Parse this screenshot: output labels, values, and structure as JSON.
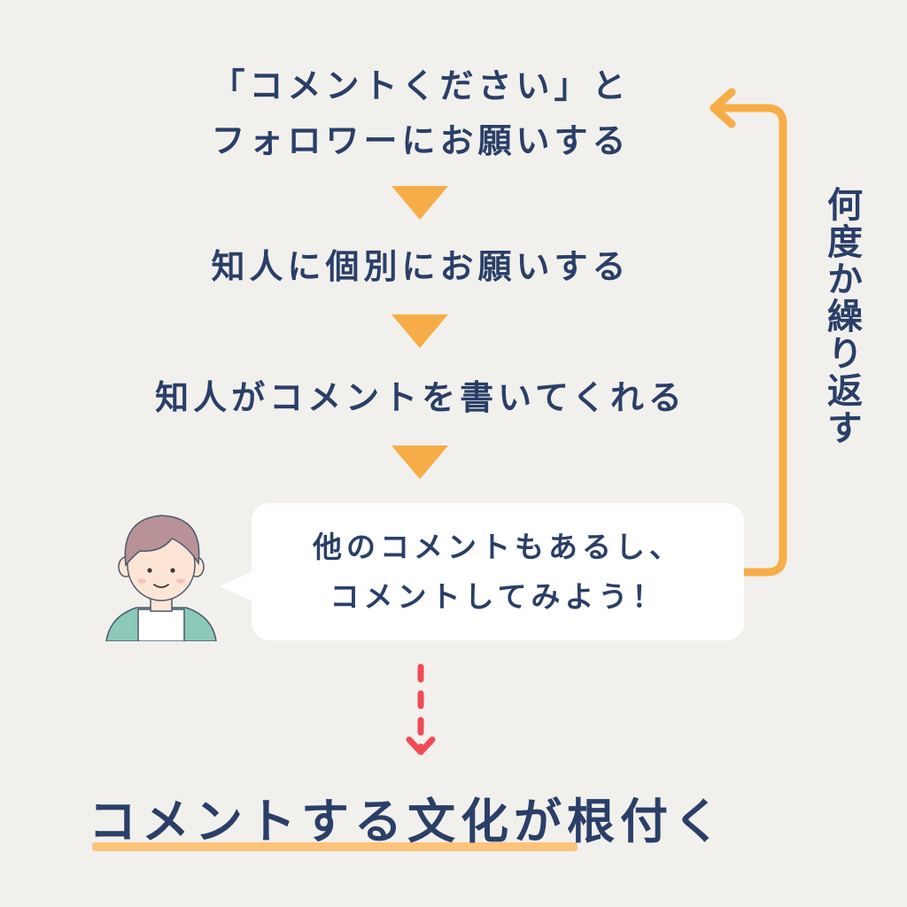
{
  "steps": {
    "step1": {
      "line1": "「コメントください」と",
      "line2": "フォロワーにお願いする"
    },
    "step2": "知人に個別にお願いする",
    "step3": "知人がコメントを書いてくれる"
  },
  "loop_label": "何度か繰り返す",
  "speech_bubble": {
    "line1": "他のコメントもあるし、",
    "line2": "コメントしてみよう！"
  },
  "conclusion": "コメントする文化が根付く",
  "colors": {
    "background": "#f2f0ed",
    "text": "#2a3f68",
    "accent_orange": "#f7ad47",
    "arrow_red": "#ef4b55",
    "underline": "#fcc47a",
    "bubble": "#ffffff"
  },
  "icons": {
    "step_arrow": "down-triangle-icon",
    "loop_arrow": "loop-arrow-icon",
    "dashed_arrow": "dashed-down-arrow-icon",
    "avatar": "person-avatar"
  }
}
